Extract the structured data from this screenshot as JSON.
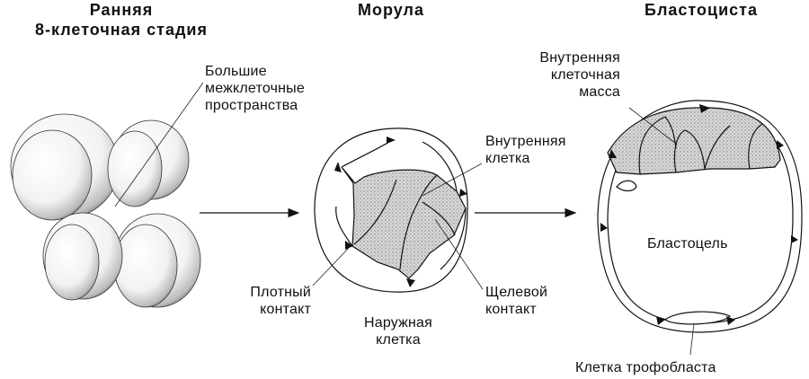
{
  "titles": {
    "early": [
      "Ранняя",
      "8-клеточная стадия"
    ],
    "morula": "Морула",
    "blastocyst": "Бластоциста"
  },
  "labels": {
    "intercellular_spaces": [
      "Большие",
      "межклеточные",
      "пространства"
    ],
    "inner_cell": [
      "Внутренняя",
      "клетка"
    ],
    "tight_junction": [
      "Плотный",
      "контакт"
    ],
    "outer_cell": [
      "Наружная",
      "клетка"
    ],
    "gap_junction": [
      "Щелевой",
      "контакт"
    ],
    "inner_cell_mass": [
      "Внутренняя",
      "клеточная",
      "масса"
    ],
    "blastocoel": "Бластоцель",
    "trophoblast_cell": "Клетка трофобласта"
  }
}
